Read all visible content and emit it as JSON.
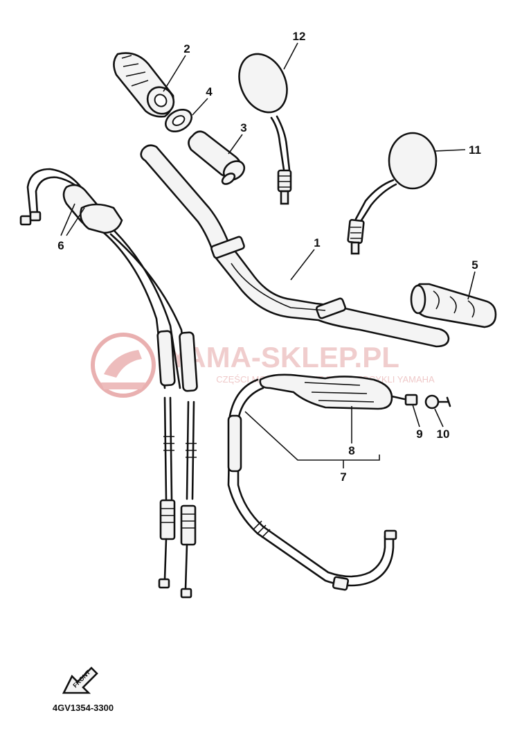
{
  "callouts": [
    {
      "id": "1",
      "text": "1"
    },
    {
      "id": "2",
      "text": "2"
    },
    {
      "id": "3",
      "text": "3"
    },
    {
      "id": "4",
      "text": "4"
    },
    {
      "id": "5",
      "text": "5"
    },
    {
      "id": "6",
      "text": "6"
    },
    {
      "id": "7",
      "text": "7"
    },
    {
      "id": "8",
      "text": "8"
    },
    {
      "id": "9",
      "text": "9"
    },
    {
      "id": "10",
      "text": "10"
    },
    {
      "id": "11",
      "text": "11"
    },
    {
      "id": "12",
      "text": "12"
    }
  ],
  "watermark": {
    "main": "YAMA-SKLEP.PL",
    "sub": "CZĘŚCI MOTOCYKLOWE DO MOTOCYKLI YAMAHA",
    "color": "#e6a3a3"
  },
  "front_badge": "FRONT",
  "diagram_code": "4GV1354-3300"
}
